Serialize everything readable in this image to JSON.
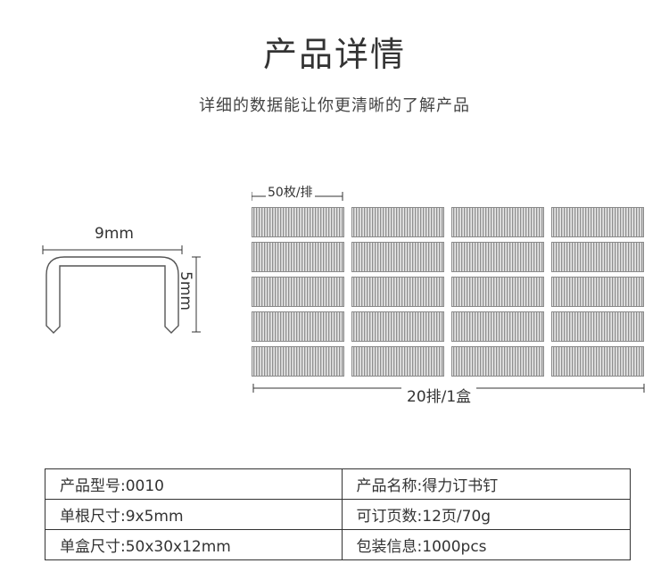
{
  "header": {
    "title": "产品详情",
    "subtitle": "详细的数据能让你更清晰的了解产品"
  },
  "staple_diagram": {
    "width_label": "9mm",
    "height_label": "5mm"
  },
  "strip_grid": {
    "per_row_label": "50枚/排",
    "total_label": "20排/1盒",
    "rows": 5,
    "cols": 4
  },
  "spec_table": [
    [
      "产品型号:0010",
      "产品名称:得力订书钉"
    ],
    [
      "单根尺寸:9x5mm",
      "可订页数:12页/70g"
    ],
    [
      "单盒尺寸:50x30x12mm",
      "包装信息:1000pcs"
    ]
  ],
  "colors": {
    "text": "#333333",
    "strip_dark": "#8f8f8f",
    "strip_light": "#e8e8e8"
  }
}
